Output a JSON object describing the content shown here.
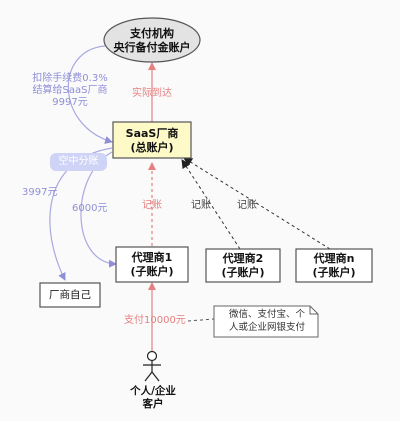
{
  "nodes": {
    "institution": {
      "line1": "支付机构",
      "line2": "央行备付金账户"
    },
    "saas": {
      "line1": "SaaS厂商",
      "line2": "(总账户)"
    },
    "agent1": {
      "line1": "代理商1",
      "line2": "(子账户)"
    },
    "agent2": {
      "line1": "代理商2",
      "line2": "(子账户)"
    },
    "agentn": {
      "line1": "代理商n",
      "line2": "(子账户)"
    },
    "vendor": {
      "label": "厂商自己"
    },
    "customer": {
      "line1": "个人/企业",
      "line2": "客户"
    }
  },
  "labels": {
    "fee_line1": "扣除手续费0.3%",
    "fee_line2": "结算给SaaS厂商",
    "fee_amount": "9997元",
    "actual_arrival": "实际到达",
    "split": "空中分账",
    "amount_vendor": "3997元",
    "amount_agent": "6000元",
    "bookkeeping_center": "记账",
    "bookkeeping_a2": "记账",
    "bookkeeping_an": "记账",
    "payment": "支付10000元"
  },
  "note": {
    "line1": "微信、支付宝、个",
    "line2": "人或企业网银支付"
  },
  "colors": {
    "red_arrow": "#e58080",
    "purple_arrow": "#8f8fd8",
    "saas_fill": "#fdfac8",
    "institution_fill": "#e3e3e3"
  }
}
